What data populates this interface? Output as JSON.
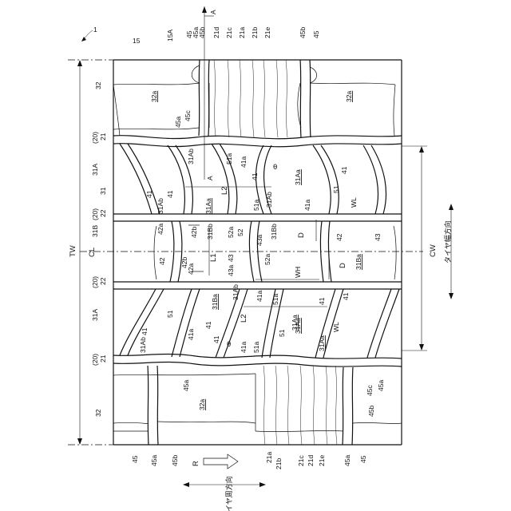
{
  "figure": {
    "ref_1": "1",
    "ref_15": "15",
    "ref_15A": "15A",
    "top_45": "45",
    "top_45a": "45a",
    "top_45b": "45b",
    "top_21d": "21d",
    "top_21c": "21c",
    "top_21a": "21a",
    "top_21b": "21b",
    "top_21e": "21e",
    "top_45b_r": "45b",
    "top_45_r": "45",
    "section_A_top": "A",
    "section_A_mid": "A",
    "left_32_top": "32",
    "left_20_top": "(20)",
    "left_21_top": "21",
    "left_31A_top": "31A",
    "left_31_top": "31",
    "left_20_mid1": "(20)",
    "left_22_top": "22",
    "left_31B": "31B",
    "left_20_mid2": "(20)",
    "left_22_bot": "22",
    "left_31A_bot": "31A",
    "left_20_bot": "(20)",
    "left_21_bot": "21",
    "left_32_bot": "32",
    "TW": "TW",
    "CL": "CL",
    "CW": "CW",
    "jp_width": "タイヤ幅方向",
    "jp_circ": "タイヤ周方向",
    "R": "R",
    "block_32a_top_l": "32a",
    "block_32a_top_r": "32a",
    "block_32a_bot": "32a",
    "l_45c_top": "45c",
    "l_45a_top": "45a",
    "l_31Ab_1": "31Ab",
    "l_51a_1": "51a",
    "l_41a_1": "41a",
    "l_theta_1": "θ",
    "l_41_1": "41",
    "l_A": "A",
    "l_41_2": "41",
    "l_31Aa_1": "31Aa",
    "l_51_1": "51",
    "l_41_3": "41",
    "l_L2_1": "L2",
    "l_51a_2": "51a",
    "l_31Ab_2": "31Ab",
    "l_31Ab_3": "31Ab",
    "l_41_4": "41",
    "l_31Aa_2": "31Aa",
    "l_WL_1": "WL",
    "l_41a_2": "41a",
    "l_42a_1": "42a",
    "l_42b_1": "42b",
    "l_31Bb_1": "31Bb",
    "l_52a_1": "52a",
    "l_52_1": "52",
    "l_31Bb_2": "31Bb",
    "l_D_1": "D",
    "l_43a_1": "43a",
    "l_42_1": "42",
    "l_43_1": "43",
    "l_31Ba_1": "31Ba",
    "l_42_2": "42",
    "l_42b_2": "42b",
    "l_42a_2": "42a",
    "l_L1": "L1",
    "l_43_2": "43",
    "l_52a_2": "52a",
    "l_43a_2": "43a",
    "l_WH": "WH",
    "l_D_2": "D",
    "l_31Ba_2": "31Ba",
    "l_31Ab_4": "31Ab",
    "l_51a_3": "51a",
    "l_31Aa_3": "31Aa",
    "l_41a_3": "41a",
    "l_41_5": "41",
    "l_41_6": "41",
    "l_51_2": "51",
    "l_51_3": "51",
    "l_L2_2": "L2",
    "l_41_7": "41",
    "l_41a_4": "41a",
    "l_31Aa_4": "31Aa",
    "l_WL_2": "WL",
    "l_41_8": "41",
    "l_31Ab_5": "31Ab",
    "l_41_9": "41",
    "l_theta_2": "θ",
    "l_41a_5": "41a",
    "l_51a_4": "51a",
    "l_31Aa_5": "31Aa",
    "l_45a_mid": "45a",
    "l_45c_bot": "45c",
    "l_45a_bot": "45a",
    "l_45b_bot": "45b",
    "bot_45": "45",
    "bot_45a": "45a",
    "bot_45b": "45b",
    "bot_21a": "21a",
    "bot_21b": "21b",
    "bot_21c": "21c",
    "bot_21d": "21d",
    "bot_21e": "21e",
    "bot_45a_r": "45a",
    "bot_45_r": "45"
  }
}
